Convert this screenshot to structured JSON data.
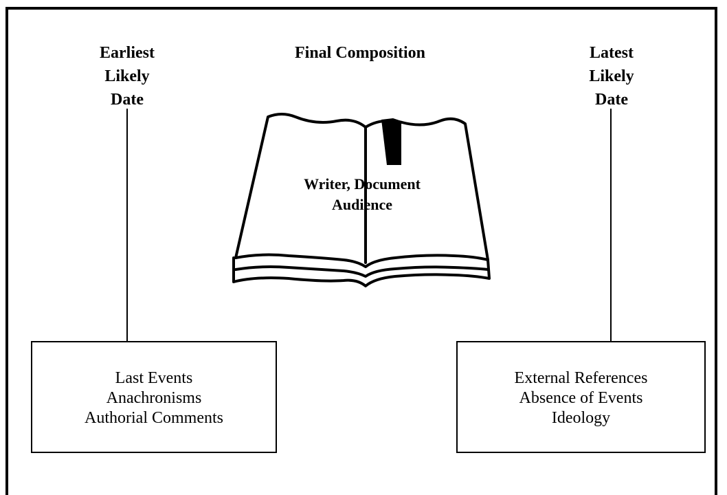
{
  "earliest": {
    "label": "Earliest\nLikely\nDate",
    "items": [
      "Last Events",
      "Anachronisms",
      "Authorial Comments"
    ]
  },
  "final": {
    "label": "Final Composition",
    "book_text": [
      "Writer, Document",
      "Audience"
    ]
  },
  "latest": {
    "label": "Latest\nLikely\nDate",
    "items": [
      "External References",
      "Absence of Events",
      "Ideology"
    ]
  }
}
